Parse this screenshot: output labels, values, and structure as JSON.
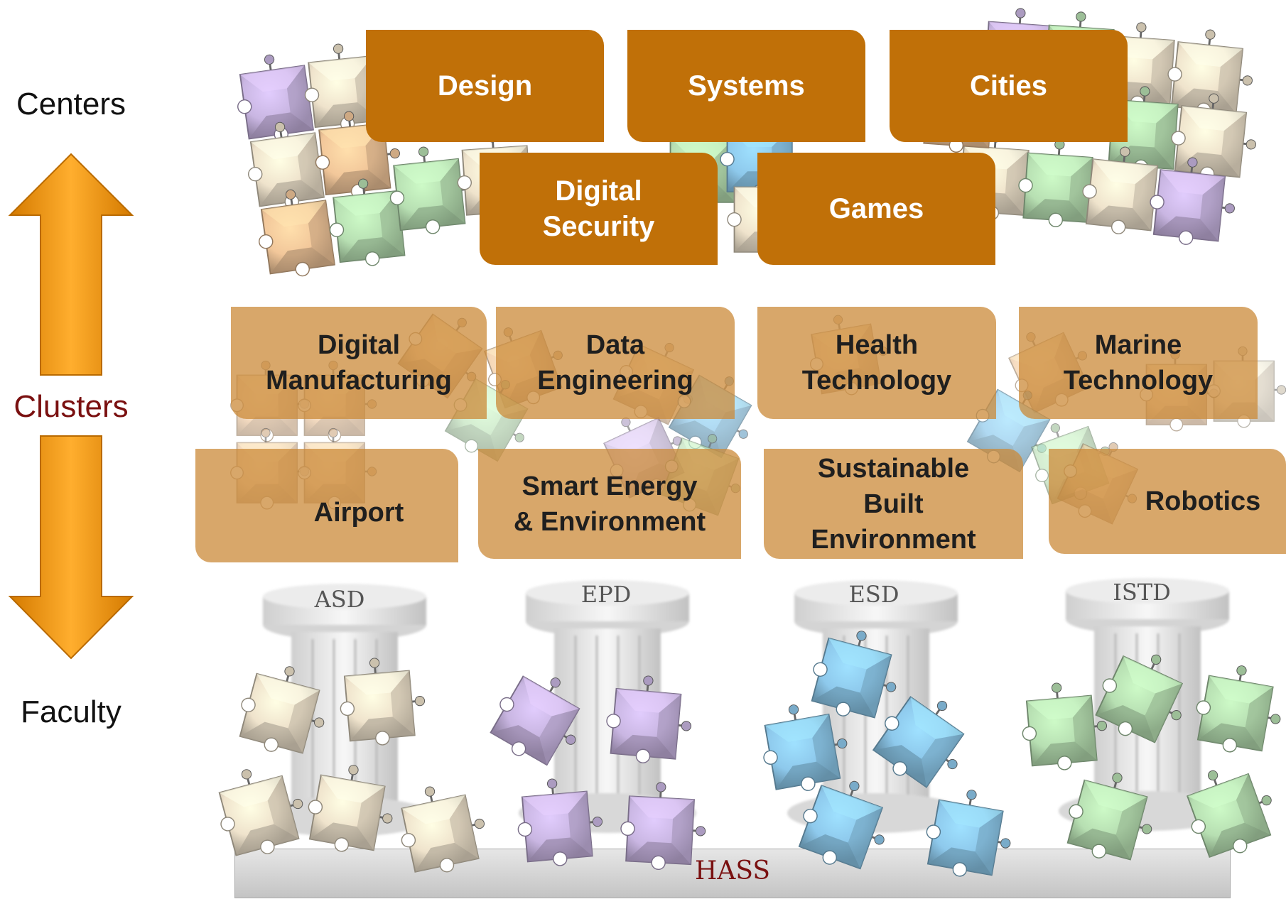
{
  "levels": {
    "centers": "Centers",
    "clusters": "Clusters",
    "faculty": "Faculty"
  },
  "centers": [
    "Design",
    "Systems",
    "Cities",
    "Digital\nSecurity",
    "Games"
  ],
  "clusters": [
    "Digital\nManufacturing",
    "Data\nEngineering",
    "Health\nTechnology",
    "Marine\nTechnology",
    "Airport",
    "Smart Energy\n& Environment",
    "Sustainable\nBuilt\nEnvironment",
    "Robotics"
  ],
  "pillars": [
    "ASD",
    "EPD",
    "ESD",
    "ISTD"
  ],
  "base": "HASS",
  "colors": {
    "center_box": "#c07008",
    "cluster_box": "#cb8a38",
    "arrow": "#f39a14",
    "clusters_label": "#7a1010",
    "piece_beige": "#efe3cc",
    "piece_purple": "#c9b6e2",
    "piece_blue": "#8ec9ec",
    "piece_green": "#b7dfb2",
    "piece_peach": "#f2c79a"
  }
}
